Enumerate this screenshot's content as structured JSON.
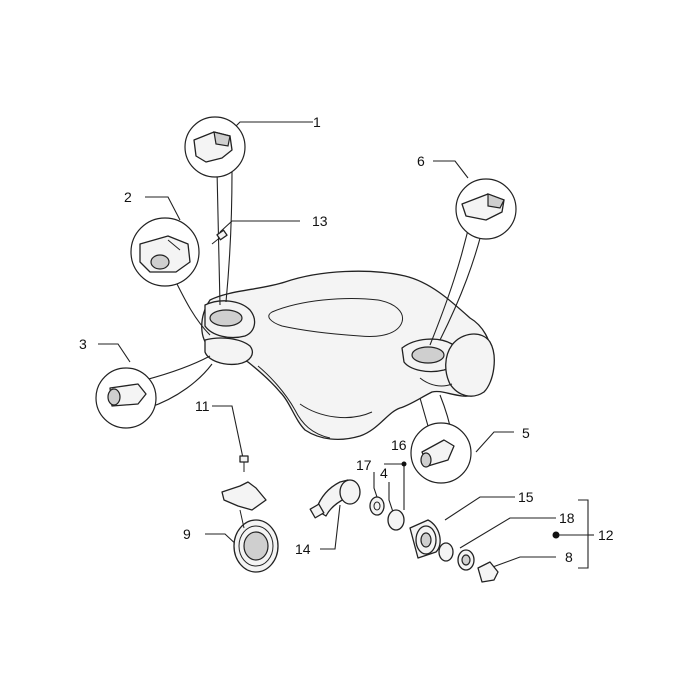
{
  "callouts": [
    {
      "id": "1",
      "label": "1"
    },
    {
      "id": "2",
      "label": "2"
    },
    {
      "id": "3",
      "label": "3"
    },
    {
      "id": "4",
      "label": "4"
    },
    {
      "id": "5",
      "label": "5"
    },
    {
      "id": "6",
      "label": "6"
    },
    {
      "id": "8",
      "label": "8"
    },
    {
      "id": "9",
      "label": "9"
    },
    {
      "id": "11",
      "label": "11"
    },
    {
      "id": "12",
      "label": "12"
    },
    {
      "id": "13",
      "label": "13"
    },
    {
      "id": "14",
      "label": "14"
    },
    {
      "id": "15",
      "label": "15"
    },
    {
      "id": "16",
      "label": "16"
    },
    {
      "id": "17",
      "label": "17"
    },
    {
      "id": "18",
      "label": "18"
    }
  ]
}
